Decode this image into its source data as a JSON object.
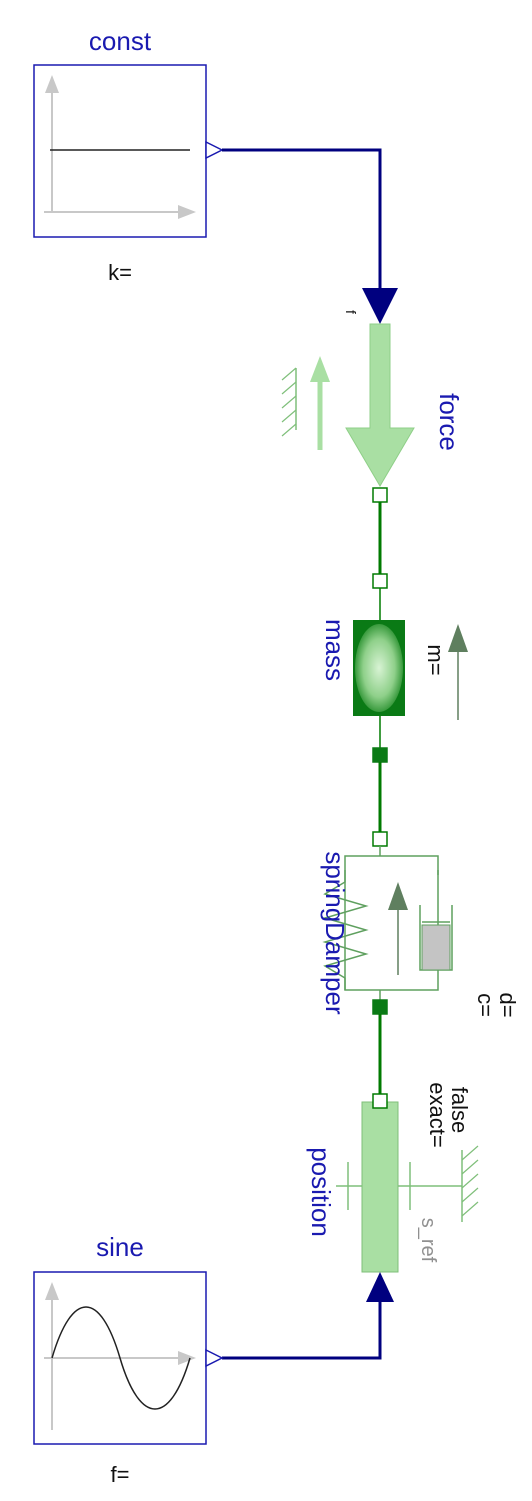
{
  "diagram": {
    "colors": {
      "signal": "#00007f",
      "mech": "#007a00",
      "mech_light": "#a9dfa3",
      "mech_dark": "#0a7a15",
      "block_frame": "#1a1ab0",
      "label_blue": "#1a1ab0",
      "grey": "#bdbdbd"
    },
    "blocks": {
      "const": {
        "name": "const",
        "param": "k="
      },
      "force": {
        "name": "force",
        "port_label": "f"
      },
      "mass": {
        "name": "mass",
        "param": "m="
      },
      "springDamper": {
        "name": "springDamper",
        "param_c": "c=",
        "param_d": "d="
      },
      "position": {
        "name": "position",
        "param_line1": "exact=",
        "param_line2": "false",
        "ref_label": "s_ref"
      },
      "sine": {
        "name": "sine",
        "param": "f="
      }
    }
  }
}
